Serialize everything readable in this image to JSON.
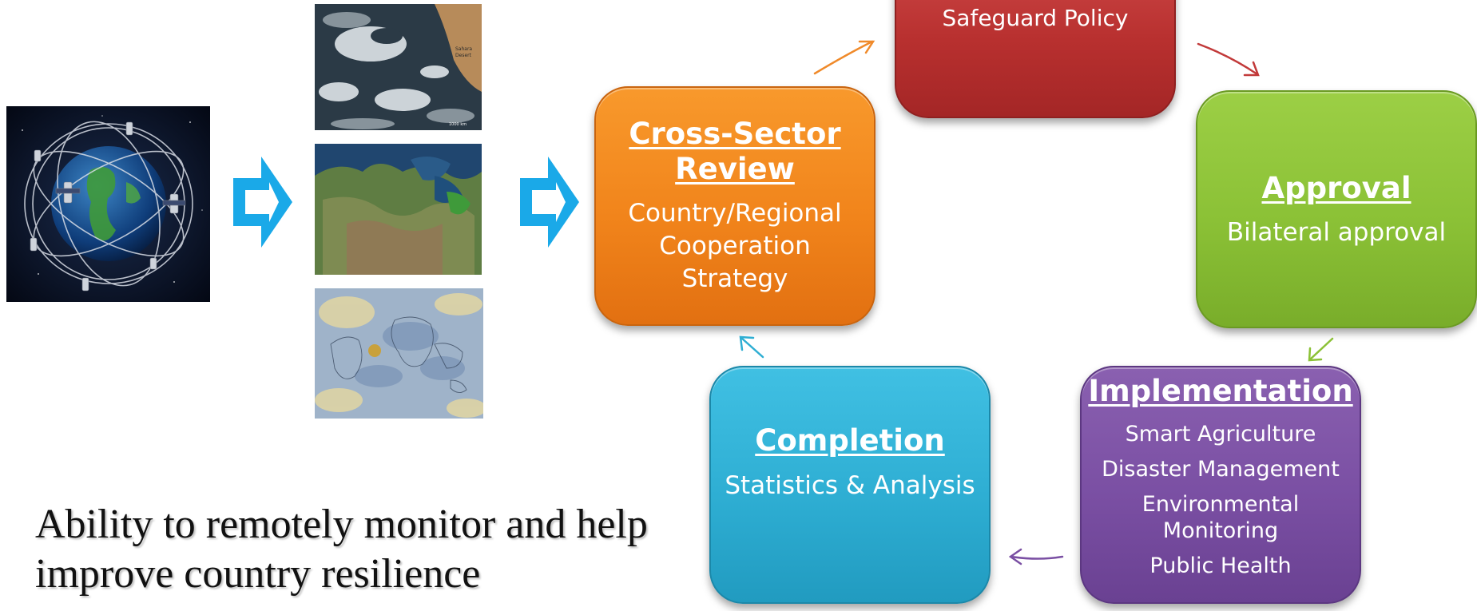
{
  "boxes": {
    "safeguard": {
      "lines": [
        "Safeguard Policy"
      ],
      "color": "#b8302f"
    },
    "cross_sector": {
      "title_1": "Cross-Sector",
      "title_2": "Review",
      "lines": [
        "Country/Regional",
        "Cooperation",
        "Strategy"
      ],
      "color": "#f1841b"
    },
    "approval": {
      "title": "Approval",
      "lines": [
        "Bilateral approval"
      ],
      "color": "#8bc136"
    },
    "completion": {
      "title": "Completion",
      "lines": [
        "Statistics & Analysis"
      ],
      "color": "#2eaed3"
    },
    "implementation": {
      "title": "Implementation",
      "lines": [
        "Smart Agriculture",
        "Disaster Management",
        "Environmental",
        "Monitoring",
        "Public Health"
      ],
      "color": "#7a4fa3"
    }
  },
  "caption": {
    "line_1": "Ability to remotely monitor and help",
    "line_2": "improve country resilience"
  },
  "images": {
    "satellites": "earth-satellite-constellation",
    "cloud_map": "cloud-satellite-image",
    "cloud_map_labels": [
      "Sahara",
      "Desert",
      "1000 km"
    ],
    "land_map": "vegetation-land-map",
    "global_map": "global-anomaly-map"
  },
  "accent": {
    "flow_arrow": "#1aa9e8"
  }
}
